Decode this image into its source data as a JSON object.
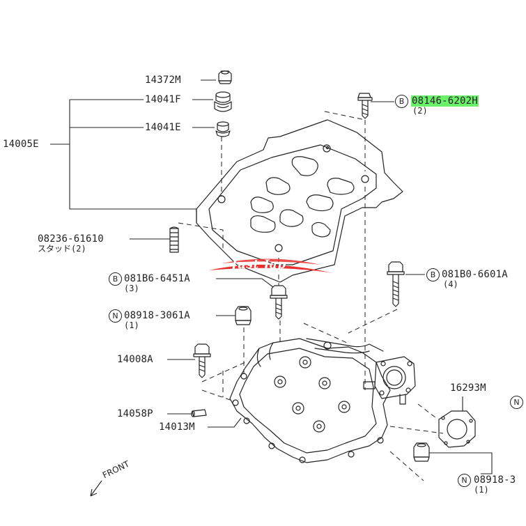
{
  "parts": {
    "p14372M": "14372M",
    "p14041F": "14041F",
    "p14041E": "14041E",
    "p14005E": "14005E",
    "p08146": "08146-6202H",
    "p08146_qty": "(2)",
    "p08236": "08236-61610",
    "p08236_sub": "スタッド(2)",
    "p081B6": "081B6-6451A",
    "p081B6_qty": "(3)",
    "p081B0": "081B0-6601A",
    "p081B0_qty": "(4)",
    "p08918a": "08918-3061A",
    "p08918a_qty": "(1)",
    "p14008A": "14008A",
    "p14058P": "14058P",
    "p14013M": "14013M",
    "p16293M": "16293M",
    "p08918b": "08918-3",
    "p08918b_qty": "(1)"
  },
  "markers": {
    "bolt": "B",
    "nut": "N"
  },
  "front_label": "FRONT",
  "watermark_text": "Just Jap",
  "colors": {
    "highlight": "#6cf06c",
    "line": "#222222",
    "watermark_red": "#e8302c"
  }
}
